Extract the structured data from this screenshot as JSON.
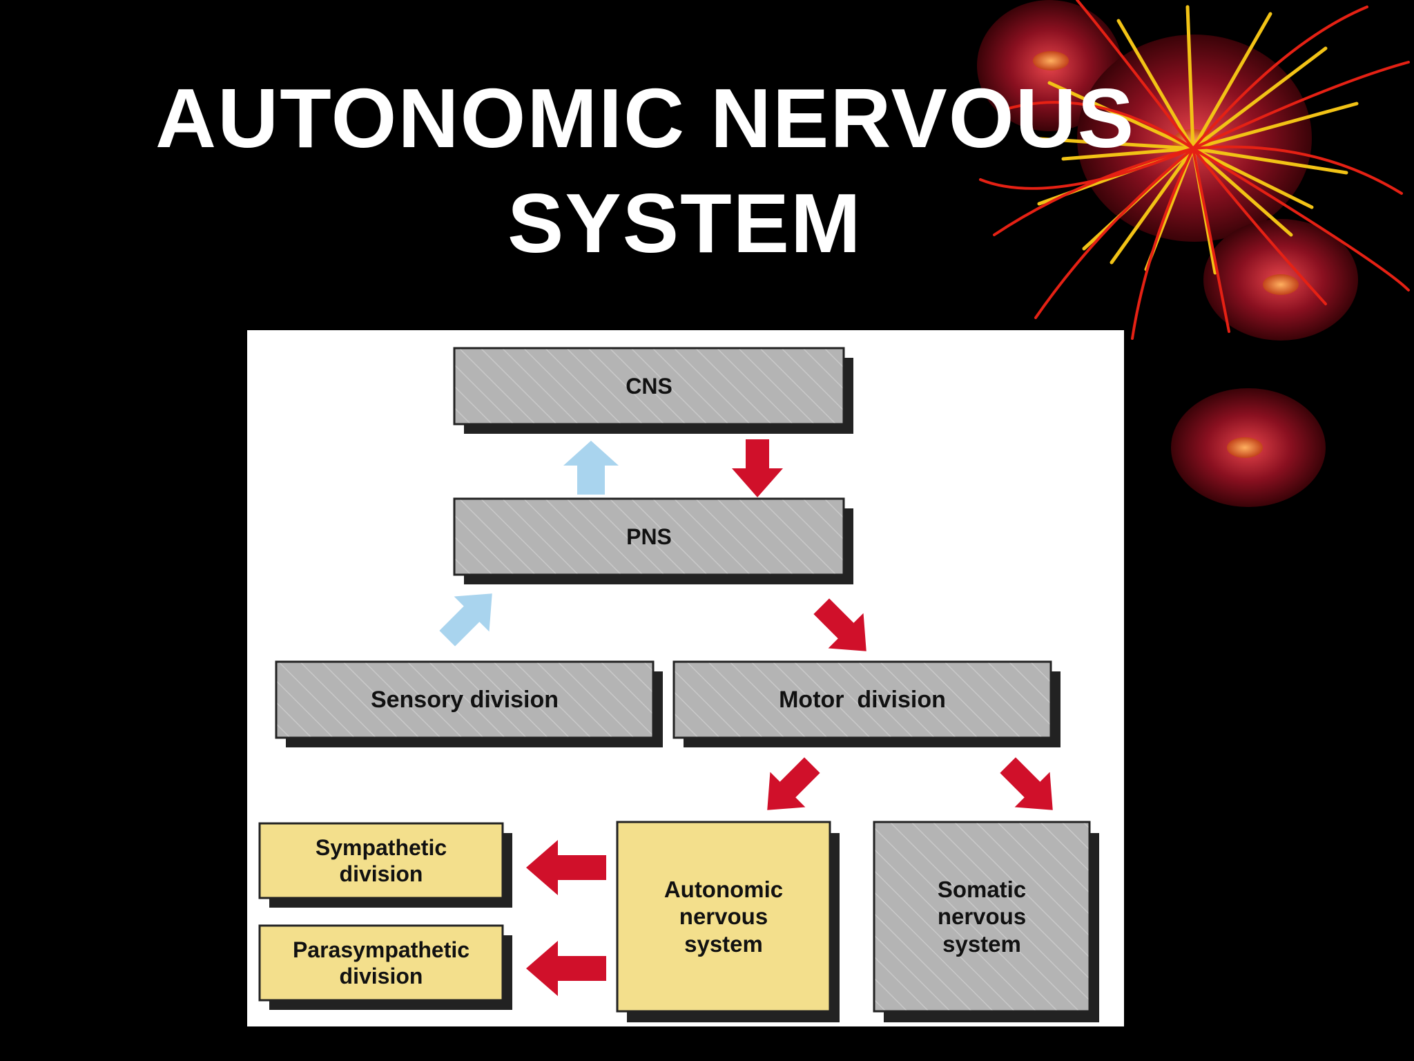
{
  "slide": {
    "title_line1": "AUTONOMIC NERVOUS",
    "title_line2": "SYSTEM"
  },
  "colors": {
    "background": "#000000",
    "title": "#ffffff",
    "gray_box": "#b4b4b4",
    "yellow_box": "#f3df8c",
    "red_arrow": "#d0102a",
    "blue_arrow": "#a9d4ee"
  },
  "diagram": {
    "cns": "CNS",
    "pns": "PNS",
    "sensory": "Sensory division",
    "motor": "Motor  division",
    "sympathetic": "Sympathetic\ndivision",
    "parasympathetic": "Parasympathetic\ndivision",
    "autonomic": "Autonomic\nnervous\nsystem",
    "somatic": "Somatic\nnervous\nsystem"
  },
  "decoration": {
    "icon": "red-flower-ornament-icon"
  }
}
